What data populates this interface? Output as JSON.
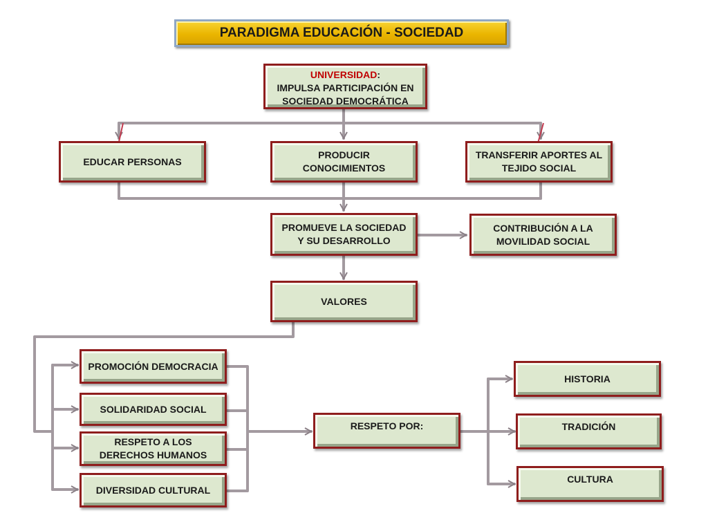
{
  "title": "PARADIGMA EDUCACIÓN - SOCIEDAD",
  "universidad": {
    "label": "UNIVERSIDAD",
    "colon": ":",
    "line1": "IMPULSA PARTICIPACIÓN EN",
    "line2": "SOCIEDAD DEMOCRÁTICA"
  },
  "functions": {
    "educar": "EDUCAR PERSONAS",
    "producir": "PRODUCIR CONOCIMIENTOS",
    "transferir": "TRANSFERIR APORTES AL TEJIDO SOCIAL"
  },
  "promueve": "PROMUEVE LA SOCIEDAD Y SU DESARROLLO",
  "contribucion": "CONTRIBUCIÓN A LA MOVILIDAD SOCIAL",
  "valores": "VALORES",
  "values_list": {
    "promocion": "PROMOCIÓN DEMOCRACIA",
    "solidaridad": "SOLIDARIDAD SOCIAL",
    "derechos": "RESPETO A LOS DERECHOS HUMANOS",
    "diversidad": "DIVERSIDAD CULTURAL"
  },
  "respeto": "RESPETO POR:",
  "respeto_items": {
    "historia": "HISTORIA",
    "tradicion": "TRADICIÓN",
    "cultura": "CULTURA"
  },
  "colors": {
    "box_fill": "#dde8cf",
    "box_border": "#8f1d1d",
    "title_fill": "#eab500",
    "accent_red": "#c00000",
    "connector": "#9a8f95"
  }
}
